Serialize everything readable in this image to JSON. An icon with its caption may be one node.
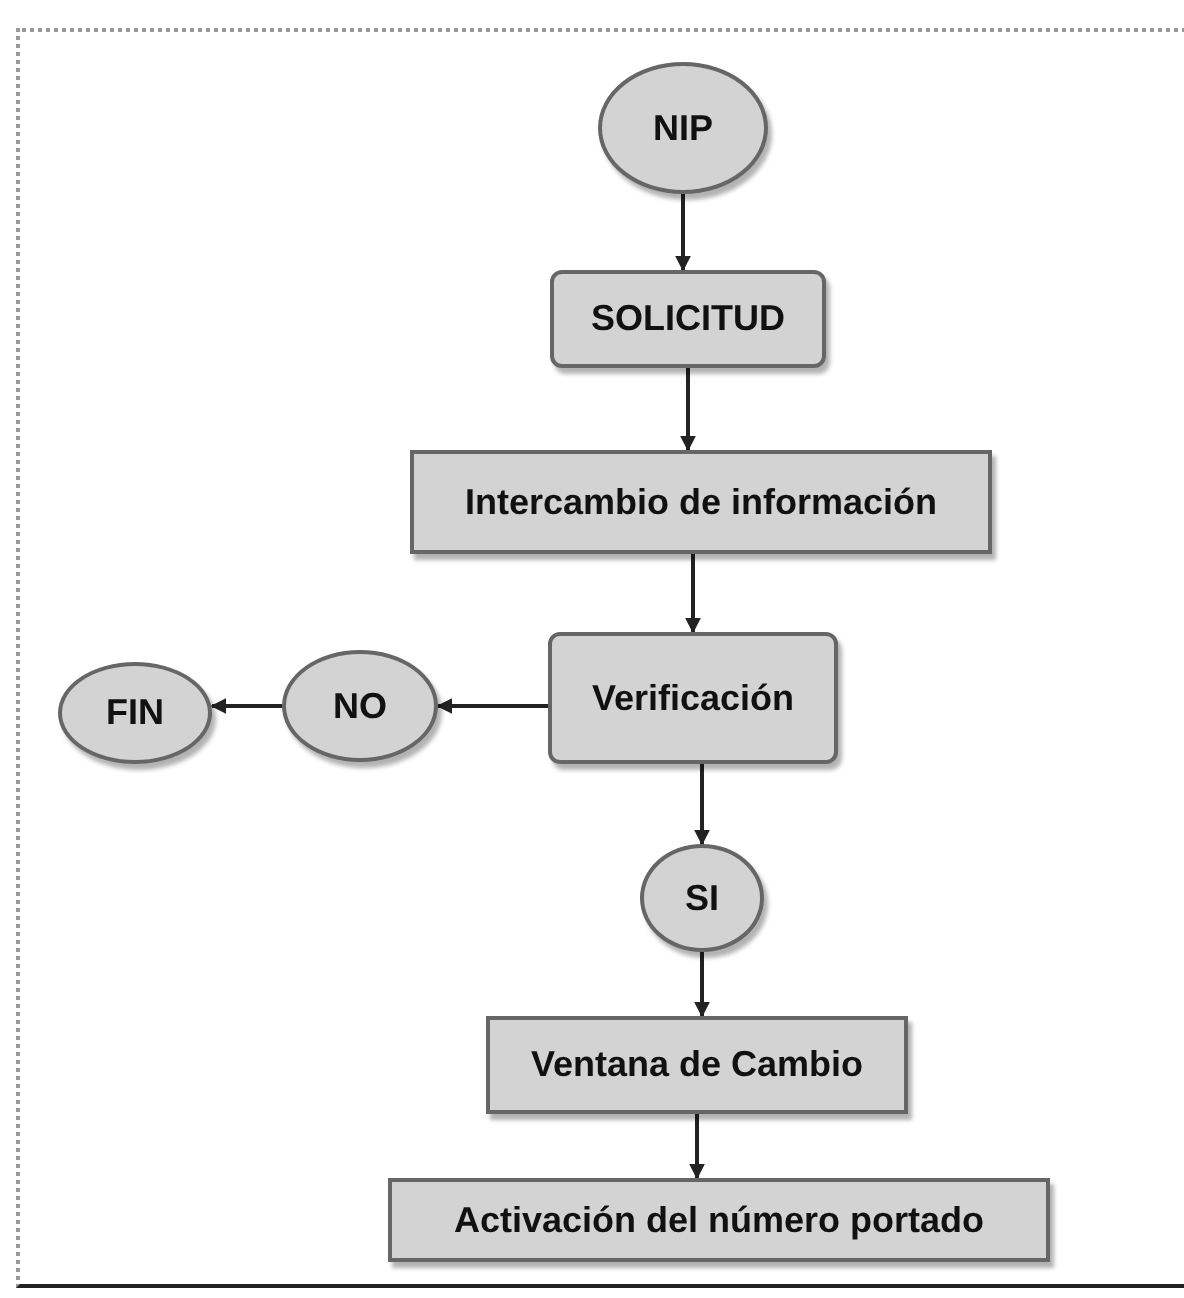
{
  "diagram": {
    "nodes": [
      {
        "text": [
          "NIP"
        ]
      },
      {
        "text": [
          "SOLICITUD"
        ]
      },
      {
        "text": [
          "Intercambio de información"
        ]
      },
      {
        "text": [
          "Verificación"
        ]
      },
      {
        "text": [
          "NO"
        ]
      },
      {
        "text": [
          "FIN"
        ]
      },
      {
        "text": [
          "SI"
        ]
      },
      {
        "text": [
          "Ventana de Cambio"
        ]
      },
      {
        "text": [
          "Activación del número portado"
        ]
      }
    ],
    "edges": [
      {
        "from": 0,
        "to": 1,
        "arrow": "to"
      },
      {
        "from": 1,
        "to": 2,
        "arrow": "to"
      },
      {
        "from": 2,
        "to": 3,
        "arrow": "to"
      },
      {
        "from": 3,
        "to": 4,
        "arrow": "to"
      },
      {
        "from": 4,
        "to": 5,
        "arrow": "to"
      },
      {
        "from": 3,
        "to": 6,
        "arrow": "to"
      },
      {
        "from": 6,
        "to": 7,
        "arrow": "to"
      },
      {
        "from": 7,
        "to": 8,
        "arrow": "to"
      }
    ]
  }
}
